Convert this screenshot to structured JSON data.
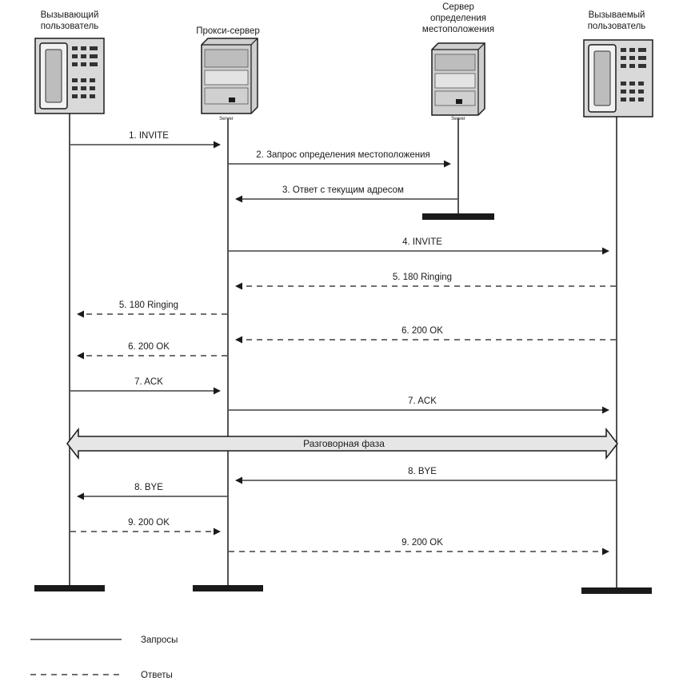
{
  "participants": [
    {
      "id": "caller",
      "label_lines": [
        "Вызывающий",
        "пользователь"
      ],
      "device": "phone-icon",
      "device_label": ""
    },
    {
      "id": "proxy",
      "label_lines": [
        "Прокси-сервер"
      ],
      "device": "server-icon",
      "device_label": "Server"
    },
    {
      "id": "location",
      "label_lines": [
        "Сервер",
        "определения",
        "местоположения"
      ],
      "device": "server-icon",
      "device_label": "Server"
    },
    {
      "id": "callee",
      "label_lines": [
        "Вызываемый",
        "пользователь"
      ],
      "device": "phone-icon",
      "device_label": ""
    }
  ],
  "messages": [
    {
      "from": "caller",
      "to": "proxy",
      "label": "1. INVITE",
      "kind": "request"
    },
    {
      "from": "proxy",
      "to": "location",
      "label": "2. Запрос определения местоположения",
      "kind": "request"
    },
    {
      "from": "location",
      "to": "proxy",
      "label": "3. Ответ с текущим адресом",
      "kind": "request"
    },
    {
      "from": "proxy",
      "to": "callee",
      "label": "4. INVITE",
      "kind": "request"
    },
    {
      "from": "callee",
      "to": "proxy",
      "label": "5. 180 Ringing",
      "kind": "response"
    },
    {
      "from": "proxy",
      "to": "caller",
      "label": "5. 180 Ringing",
      "kind": "response"
    },
    {
      "from": "callee",
      "to": "proxy",
      "label": "6. 200 OK",
      "kind": "response"
    },
    {
      "from": "proxy",
      "to": "caller",
      "label": "6. 200 OK",
      "kind": "response"
    },
    {
      "from": "caller",
      "to": "proxy",
      "label": "7. ACK",
      "kind": "request"
    },
    {
      "from": "proxy",
      "to": "callee",
      "label": "7. ACK",
      "kind": "request"
    },
    {
      "from": "callee",
      "to": "proxy",
      "label": "8. BYE",
      "kind": "request"
    },
    {
      "from": "proxy",
      "to": "caller",
      "label": "8. BYE",
      "kind": "request"
    },
    {
      "from": "caller",
      "to": "proxy",
      "label": "9. 200 OK",
      "kind": "response"
    },
    {
      "from": "proxy",
      "to": "callee",
      "label": "9. 200 OK",
      "kind": "response"
    }
  ],
  "conversation_phase": {
    "from": "caller",
    "to": "callee",
    "label": "Разговорная фаза"
  },
  "legend": [
    {
      "kind": "request",
      "label": "Запросы"
    },
    {
      "kind": "response",
      "label": "Ответы"
    }
  ],
  "colors": {
    "ink": "#1a1a1a",
    "device_fill": "#d9d9d9",
    "device_dark": "#555555",
    "phase_fill": "#e6e6e6"
  }
}
